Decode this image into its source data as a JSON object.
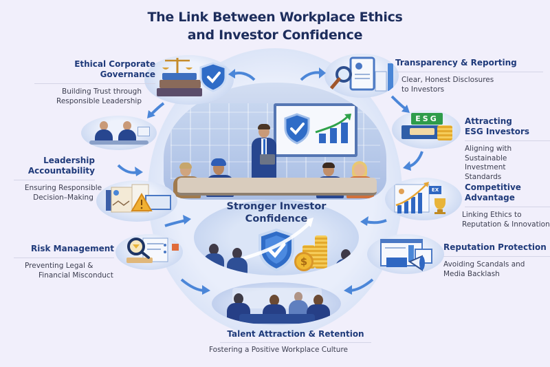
{
  "title": {
    "line1": "The Link Between Workplace Ethics",
    "line2": "and Investor Confidence"
  },
  "center": {
    "line1": "Stronger Investor",
    "line2": "Confidence"
  },
  "items": [
    {
      "id": "ethical-corporate-governance",
      "heading_line1": "Ethical Corporate",
      "heading_line2": "Governance",
      "desc_line1": "Building Trust through",
      "desc_line2": "Responsible Leadership",
      "icon": "scales-books-shield-icon"
    },
    {
      "id": "transparency-reporting",
      "heading_line1": "Transparency & Reporting",
      "desc_line1": "Clear, Honest Disclosures",
      "desc_line2": "to Investors",
      "icon": "magnifier-report-chart-icon"
    },
    {
      "id": "attracting-esg-investors",
      "heading_line1": "Attracting",
      "heading_line2": "ESG Investors",
      "desc_line1": "Aligning with",
      "desc_line2": "Sustainable Investment",
      "desc_line3": "Standards",
      "icon": "esg-coins-icon",
      "badge": "ESG"
    },
    {
      "id": "leadership-accountability",
      "heading_line1": "Leadership",
      "heading_line2": "Accountability",
      "desc_line1": "Ensuring Responsible",
      "desc_line2": "Decision–Making",
      "icon": "documents-warning-icon"
    },
    {
      "id": "competitive-advantage",
      "heading_line1": "Competitive",
      "heading_line2": "Advantage",
      "desc_line1": "Linking Ethics to",
      "desc_line2": "Reputation & Innovation",
      "icon": "growth-chart-trophy-icon",
      "badge": "EX"
    },
    {
      "id": "risk-management",
      "heading_line1": "Risk Management",
      "desc_line1": "Preventing Legal &",
      "desc_line2": "Financial Misconduct",
      "icon": "magnifier-checklist-icon"
    },
    {
      "id": "reputation-protection",
      "heading_line1": "Reputation Protection",
      "desc_line1": "Avoiding Scandals and",
      "desc_line2": "Media Backlash",
      "icon": "dashboard-megaphone-icon"
    },
    {
      "id": "talent-attraction-retention",
      "heading_line1": "Talent Attraction & Retention",
      "desc_line1": "Fostering a Positive Workplace Culture",
      "icon": "team-meeting-icon"
    }
  ],
  "colors": {
    "background": "#f1effb",
    "title": "#1d2d5c",
    "heading": "#1f3a7a",
    "description": "#3b3d4f",
    "accent_blue": "#2f67c2",
    "arrow_blue": "#4b86d8",
    "gold": "#e8b43a",
    "esg_green": "#2e9c4a"
  }
}
